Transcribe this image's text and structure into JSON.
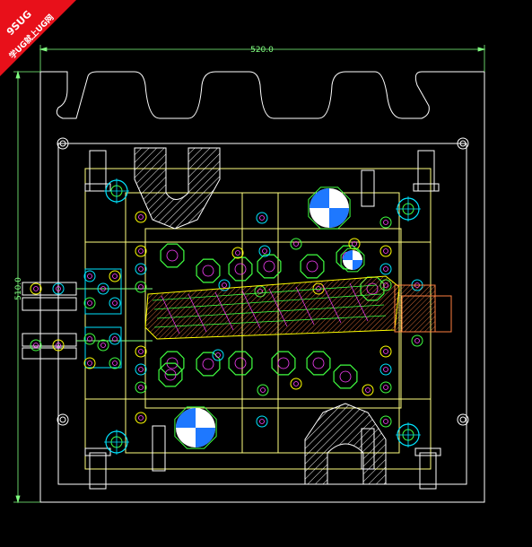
{
  "badge": {
    "brand": "9SUG",
    "slogan": "学UG就上UG网",
    "color": "#e8101a"
  },
  "dimensions": {
    "width_label": "520.0",
    "height_label": "510.0"
  },
  "colors": {
    "background": "#000000",
    "outline": "#ffffff",
    "plate": "#ffff80",
    "dimension": "#80ff80",
    "cavity_lines": "#ff8040",
    "sensor_blue": "#1e78ff",
    "cyan": "#00e5ff",
    "green": "#40ff40",
    "magenta": "#ff40ff",
    "yellow": "#ffff00"
  },
  "symbols": {
    "cooling_channel": "circle-cross-icon",
    "locating_marker": "blue-white-quadrant-icon",
    "ejector_pin": "green-octagon-icon"
  }
}
